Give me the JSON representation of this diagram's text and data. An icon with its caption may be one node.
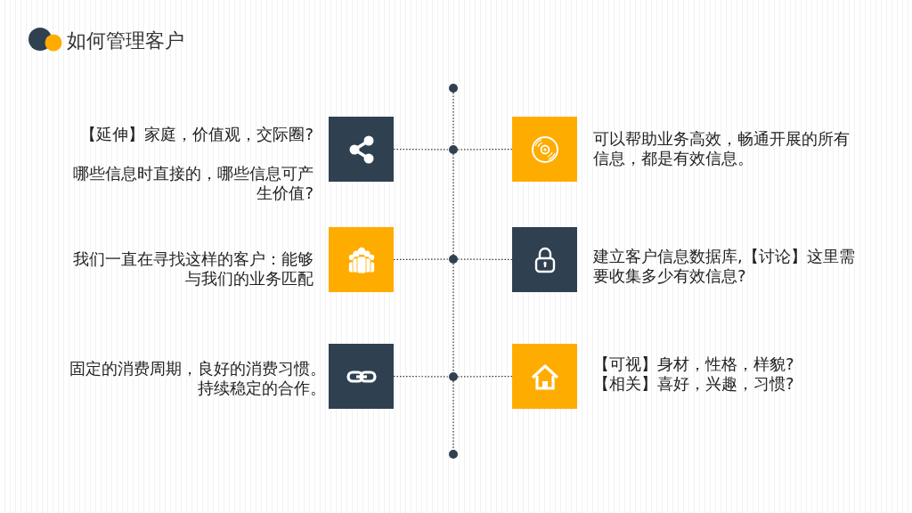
{
  "diagram": {
    "title": "如何管理客户",
    "nodes": [
      {
        "text": [],
        "shape": "circle"
      },
      {
        "text": [],
        "shape": "box",
        "beside": [
          "【延伸】家庭，价值观，交际圈?",
          "哪些信息时直接的，哪些信息可产生价值?"
        ]
      },
      {
        "text": [],
        "shape": "circle"
      },
      {
        "text": [],
        "shape": "box",
        "beside": [
          "可以帮助业务高效，畅通开展的所有信息，都是有效信息。"
        ]
      },
      {
        "text": [],
        "shape": "box",
        "beside": [
          "我们一直在寻找这样的客户：能够与我们的业务匹配"
        ]
      },
      {
        "text": [],
        "shape": "circle"
      },
      {
        "text": [],
        "shape": "box",
        "beside": [
          "建立客户信息数据库,【讨论】这里需要收集多少有效信息?"
        ]
      },
      {
        "text": [],
        "shape": "box",
        "beside": [
          "固定的消费周期，良好的消费习惯。持续稳定的合作。"
        ]
      },
      {
        "text": [],
        "shape": "circle"
      },
      {
        "text": [],
        "shape": "box",
        "beside": [
          "【可视】身材，性格，样貌?",
          "【相关】喜好，兴趣，习惯?"
        ]
      },
      {
        "text": [],
        "shape": "circle"
      }
    ],
    "edges": [
      {
        "from": 0,
        "to": 2,
        "arrow": "none"
      },
      {
        "from": 1,
        "to": 2,
        "arrow": "none"
      },
      {
        "from": 2,
        "to": 3,
        "arrow": "none"
      },
      {
        "from": 2,
        "to": 5,
        "arrow": "none"
      },
      {
        "from": 4,
        "to": 5,
        "arrow": "none"
      },
      {
        "from": 5,
        "to": 6,
        "arrow": "none"
      },
      {
        "from": 5,
        "to": 8,
        "arrow": "none"
      },
      {
        "from": 7,
        "to": 8,
        "arrow": "none"
      },
      {
        "from": 8,
        "to": 9,
        "arrow": "none"
      },
      {
        "from": 8,
        "to": 10,
        "arrow": "none"
      }
    ]
  }
}
